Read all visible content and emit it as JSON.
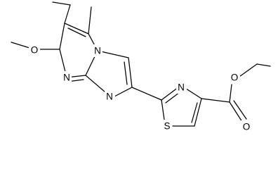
{
  "molecule": {
    "atom_labels": {
      "pyrimidine_n_fused": "N",
      "pyrimidine_n_lower": "N",
      "imidazole_n": "N",
      "methoxy_o": "O",
      "thiazole_n": "N",
      "thiazole_s": "S",
      "ester_o_single": "O",
      "carbonyl_o": "O"
    }
  }
}
